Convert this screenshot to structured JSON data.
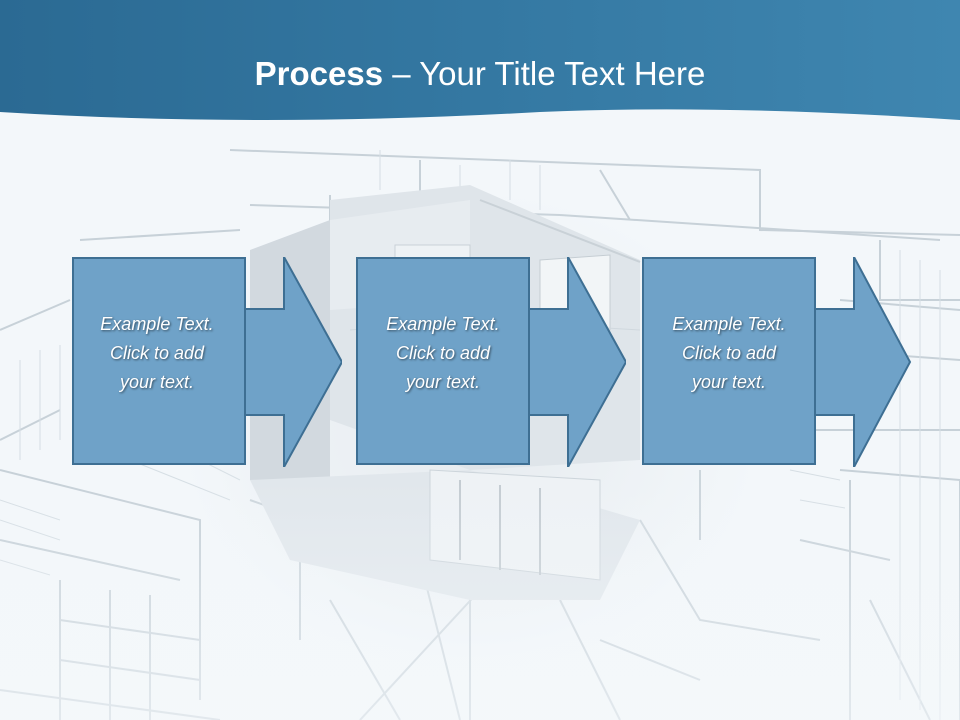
{
  "slide": {
    "title_bold": "Process",
    "title_rest": " – Your Title Text Here"
  },
  "steps": [
    {
      "lines": [
        "Example Text.",
        "Click  to add",
        "your text."
      ]
    },
    {
      "lines": [
        "Example Text.",
        "Click  to add",
        "your text."
      ]
    },
    {
      "lines": [
        "Example Text.",
        "Click  to add",
        "your text."
      ]
    }
  ],
  "colors": {
    "header": "#2f6f99",
    "box_fill": "#6fa2c8",
    "box_border": "#3e6f93"
  }
}
